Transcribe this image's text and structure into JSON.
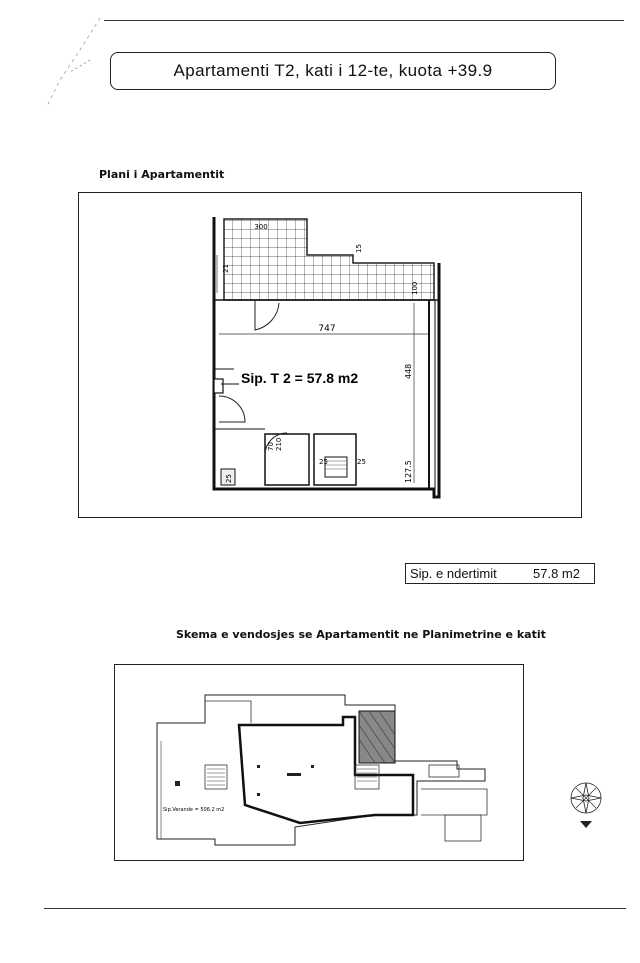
{
  "header": {
    "title": "Apartamenti T2, kati i 12-te, kuota +39.9"
  },
  "plan": {
    "section_title": "Plani i Apartamentit",
    "area_label": "Sip. T 2 = 57.8 m2",
    "dimensions": {
      "top_width": "300",
      "step": "15",
      "left_offset": "21",
      "terrace_depth": "100",
      "inner_width": "747",
      "right_height": "448",
      "door_a": "70",
      "door_b": "210",
      "lower_right": "127.5",
      "bottom_a": "25",
      "bottom_b": "25",
      "bottom_left": "25"
    }
  },
  "summary": {
    "label": "Sip. e ndertimit",
    "value": "57.8 m2"
  },
  "site": {
    "section_title": "Skema e vendosjes se Apartamentit ne Planimetrine e katit",
    "veranda_label": "Sip.Verande = 506.2 m2"
  }
}
